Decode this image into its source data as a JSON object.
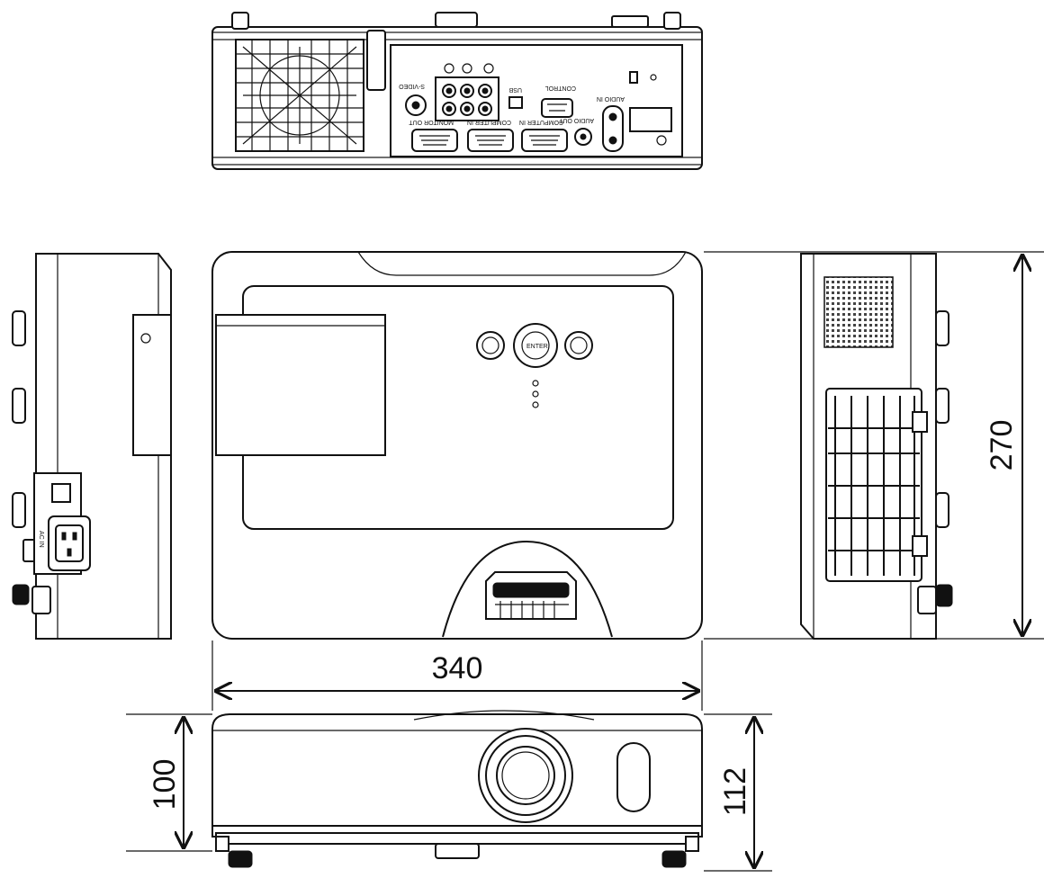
{
  "dimensions": {
    "width": "340",
    "depth": "270",
    "height_body": "100",
    "height_total": "112"
  },
  "labels": {
    "s_video": "S-VIDEO",
    "monitor_out": "MONITOR OUT",
    "computer_in_1": "COMPUTER IN",
    "computer_in_2": "COMPUTER IN",
    "usb": "USB",
    "control": "CONTROL",
    "audio_out": "AUDIO OUT",
    "audio_in": "AUDIO IN",
    "ac_in": "AC IN",
    "enter": "ENTER"
  }
}
